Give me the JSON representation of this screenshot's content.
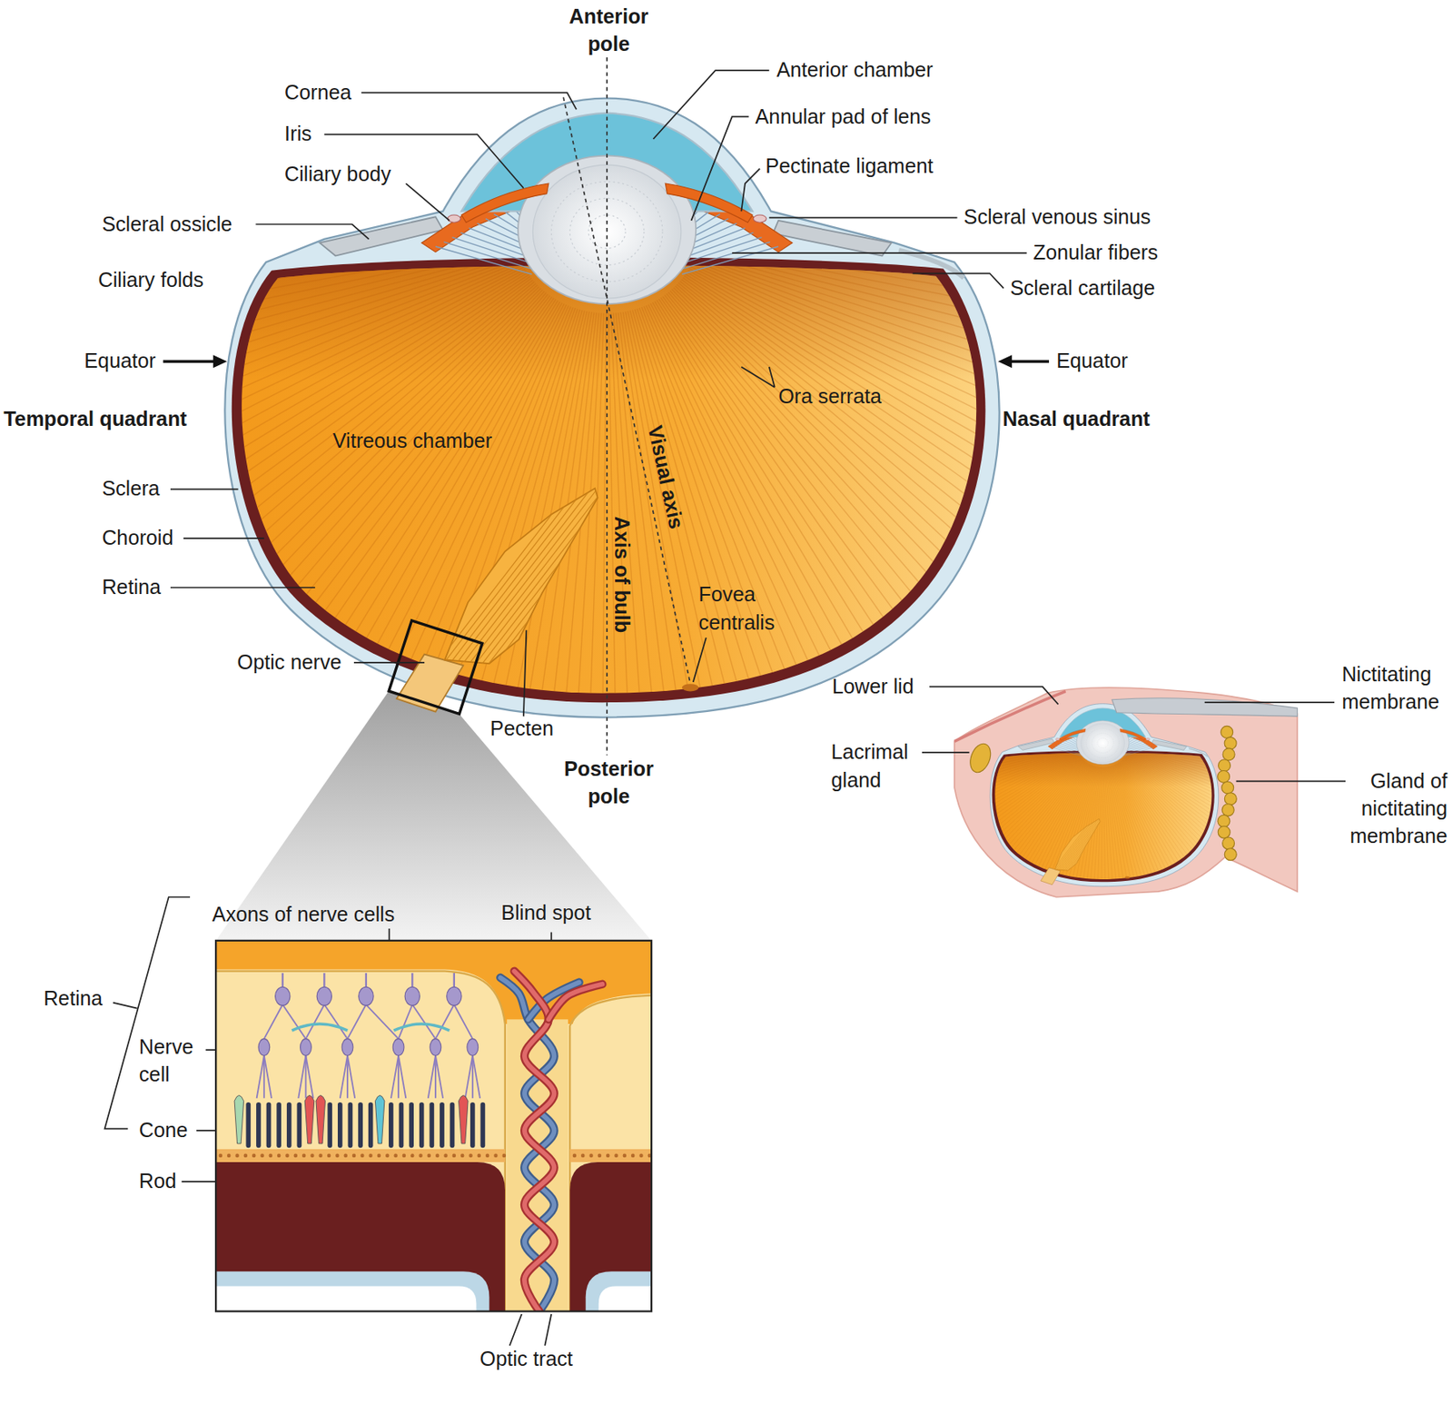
{
  "diagram": {
    "labels": [
      "Anterior pole",
      "Cornea",
      "Anterior chamber",
      "Iris",
      "Annular pad of lens",
      "Ciliary body",
      "Pectinate ligament",
      "Scleral ossicle",
      "Scleral venous sinus",
      "Zonular fibers",
      "Ciliary folds",
      "Scleral cartilage",
      "Equator",
      "Equator",
      "Temporal quadrant",
      "Nasal quadrant",
      "Ora serrata",
      "Vitreous chamber",
      "Visual axis",
      "Axis of bulb",
      "Sclera",
      "Choroid",
      "Retina",
      "Fovea centralis",
      "Optic nerve",
      "Pecten",
      "Posterior pole",
      "Lower lid",
      "Nictitating membrane",
      "Lacrimal gland",
      "Gland of nictitating membrane",
      "Axons of nerve cells",
      "Blind spot",
      "Retina",
      "Nerve cell",
      "Cone",
      "Rod",
      "Optic tract"
    ]
  }
}
